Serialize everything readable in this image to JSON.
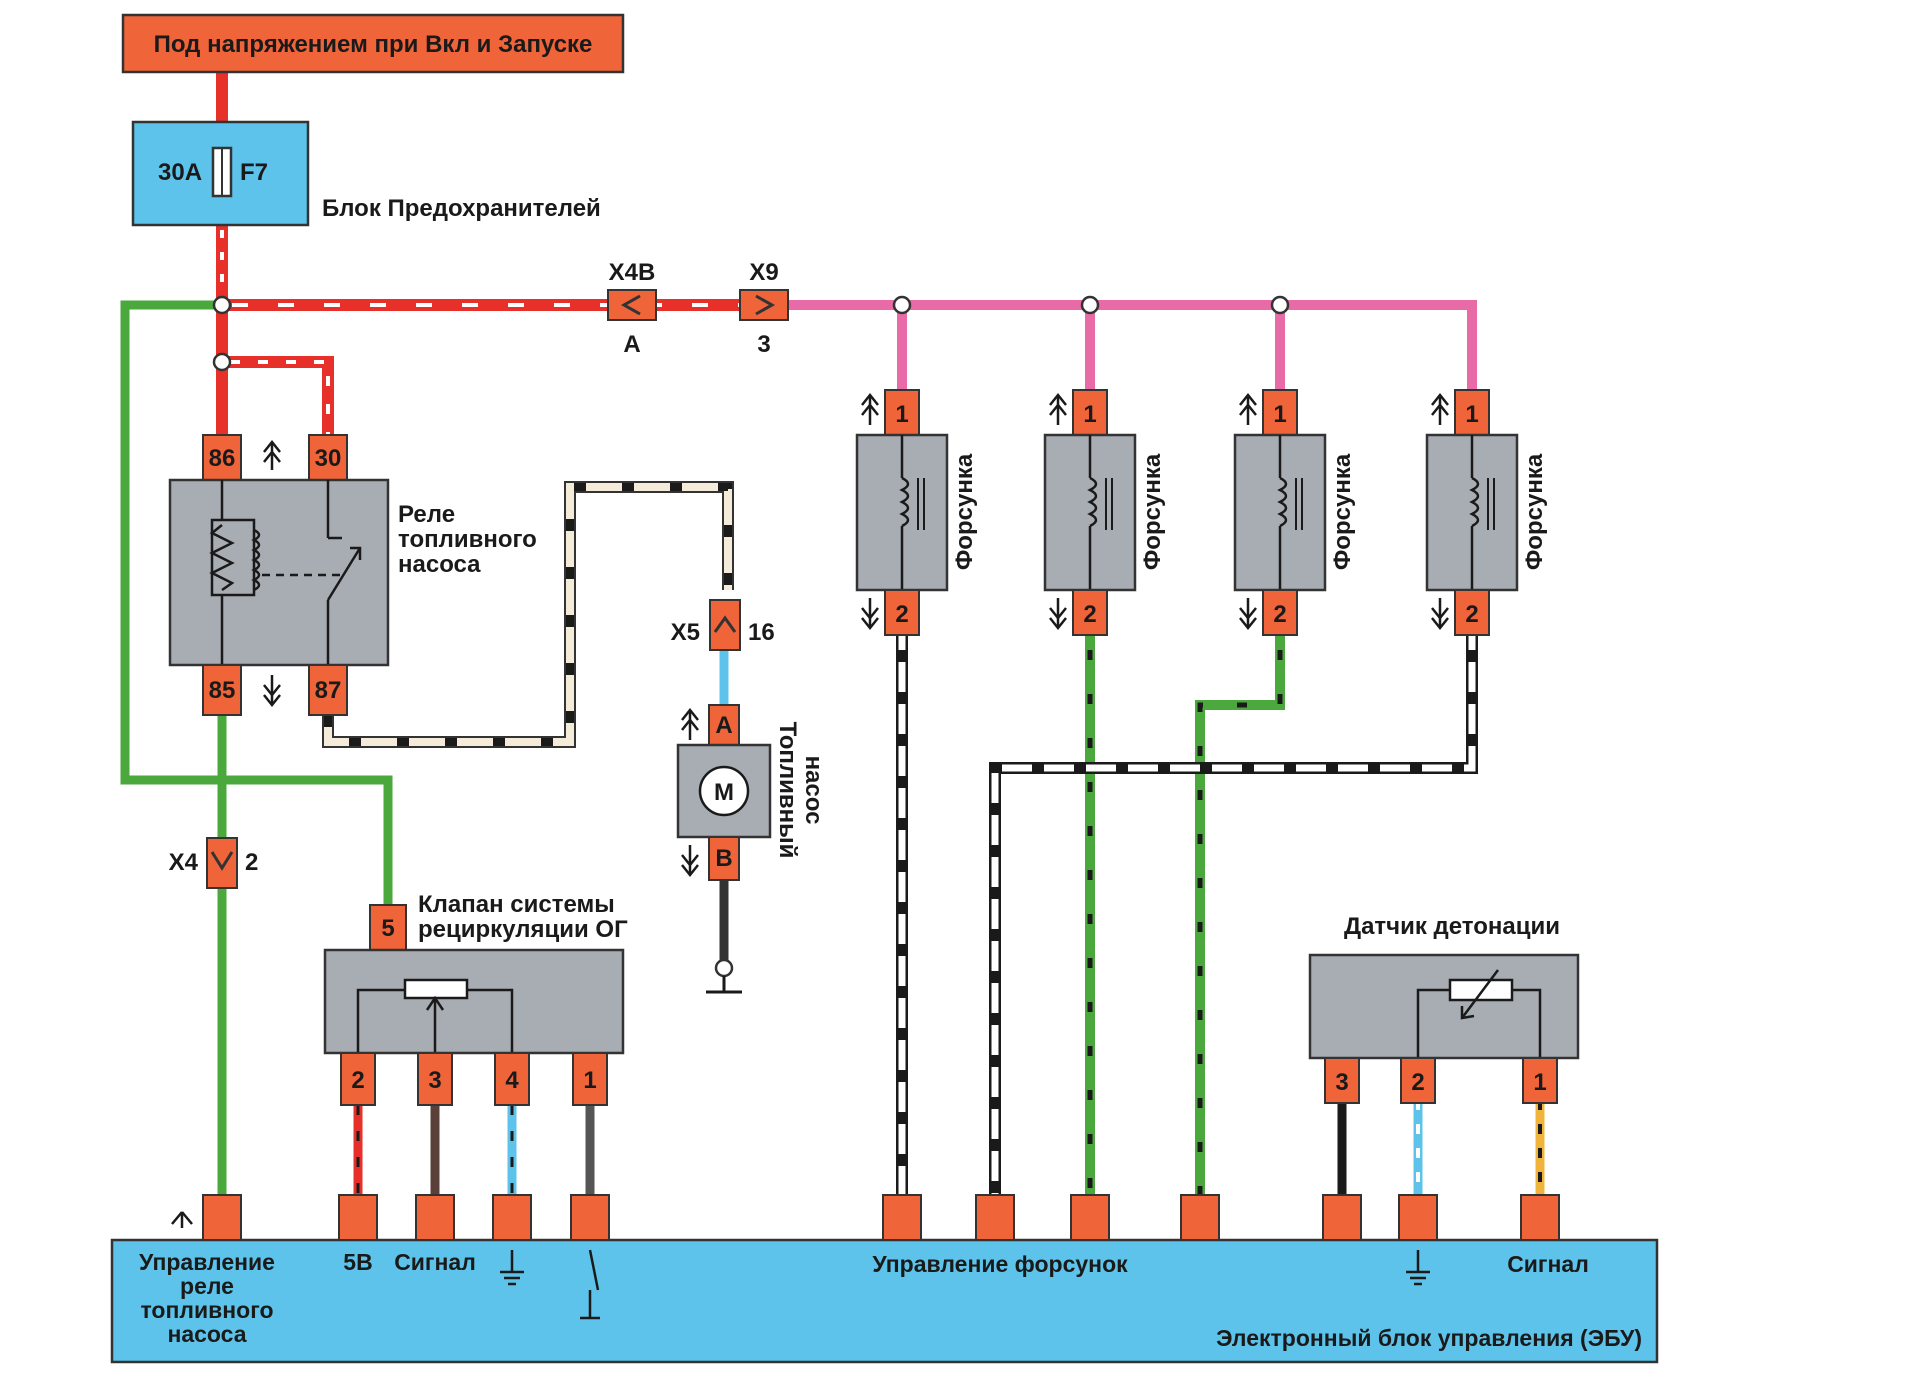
{
  "title": "Под напряжением при Вкл и Запуске",
  "fuse_box": {
    "rating": "30A",
    "fuse": "F7",
    "label": "Блок Предохранителей"
  },
  "connectors": {
    "x4b": {
      "name": "X4B",
      "pin": "A"
    },
    "x9": {
      "name": "X9",
      "pin": "3"
    },
    "x5": {
      "name": "X5",
      "pin": "16"
    },
    "x4": {
      "name": "X4",
      "pin": "2"
    }
  },
  "relay": {
    "label_lines": [
      "Реле",
      "топливного",
      "насоса"
    ],
    "pins": [
      "86",
      "30",
      "85",
      "87"
    ]
  },
  "fuel_pump": {
    "label_lines": [
      "Топливный",
      "насос"
    ],
    "motor": "M",
    "pins": [
      "A",
      "B"
    ]
  },
  "injectors": {
    "label": "Форсунка",
    "pins": [
      "1",
      "2"
    ],
    "count": 4
  },
  "egr_valve": {
    "label_lines": [
      "Клапан системы",
      "рециркуляции ОГ"
    ],
    "top_pin": "5",
    "bottom_pins": [
      "2",
      "3",
      "4",
      "1"
    ]
  },
  "knock_sensor": {
    "label": "Датчик детонации",
    "pins": [
      "3",
      "2",
      "1"
    ]
  },
  "ecu": {
    "label": "Электронный блок управления (ЭБУ)",
    "labels": {
      "fuel_relay_lines": [
        "Управление",
        "реле",
        "топливного",
        "насоса"
      ],
      "v5": "5В",
      "signal1": "Сигнал",
      "injectors_ctrl": "Управление форсунок",
      "signal2": "Сигнал"
    }
  },
  "colors": {
    "red": "#e8302b",
    "pink": "#e86aa6",
    "green": "#4aa83c",
    "black": "#1a1a1a",
    "light_blue": "#5dc3ea",
    "grey_box": "#a8adb3",
    "orange_pin": "#f0643a",
    "yellow": "#f0b43c",
    "brown": "#5a4038"
  }
}
